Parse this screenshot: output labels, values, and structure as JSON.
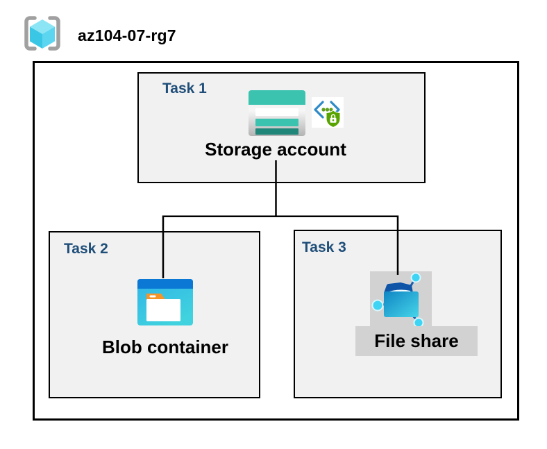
{
  "header": {
    "title": "az104-07-rg7"
  },
  "resource_group": {
    "tasks": [
      {
        "label": "Task 1",
        "item": "Storage account"
      },
      {
        "label": "Task 2",
        "item": "Blob container"
      },
      {
        "label": "Task 3",
        "item": "File share"
      }
    ]
  },
  "icons": {
    "resource_group": "resource-group-icon",
    "storage_account": "storage-account-icon",
    "secure_transfer": "secure-transfer-icon",
    "blob_container": "blob-container-icon",
    "file_share": "file-share-icon"
  },
  "colors": {
    "task_label_blue": "#1F4E79",
    "box_fill_gray": "#F1F1F1",
    "gray_backing": "#D2D2D2",
    "storage_teal": "#3CC3B0",
    "storage_teal_dark": "#21867A",
    "blob_bar_blue": "#0A78D4",
    "blob_body_cyan": "#35BCE6",
    "folder_tab_orange": "#F79428",
    "file_share_node_cyan": "#3FD4F4",
    "file_share_flap_navy": "#0E55A8",
    "shield_green": "#57A300",
    "chevron_blue": "#2E8AC8",
    "cube_cyan_light": "#8CE5F5",
    "cube_cyan": "#3AC7E6",
    "bracket_gray": "#A0A0A0",
    "connector_black": "#000000"
  }
}
